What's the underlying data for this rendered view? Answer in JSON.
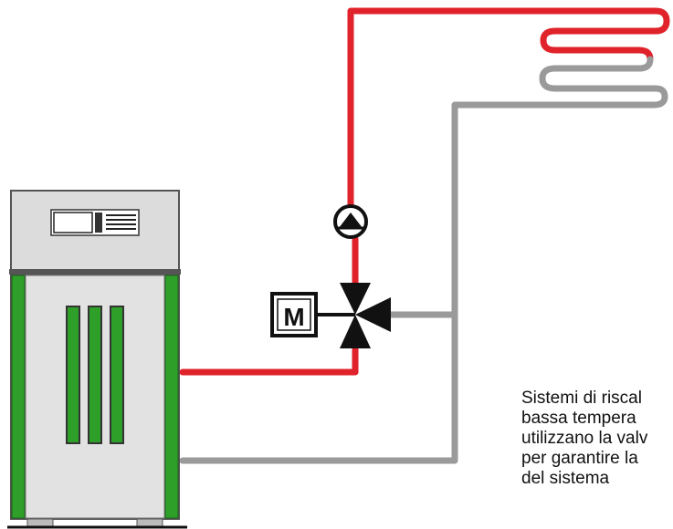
{
  "diagram": {
    "valve_motor_label": "M",
    "caption_lines": [
      "Sistemi di riscal",
      "bassa tempera",
      "utilizzano la valv",
      "per garantire la",
      "del sistema"
    ]
  },
  "colors": {
    "supply_pipe": "#e0222a",
    "return_pipe": "#9a9a9a",
    "boiler_panel": "#dcdcdc",
    "boiler_stripe": "#2ea02a",
    "outline": "#111111"
  },
  "icons": {
    "pump": "circulation-pump-icon",
    "valve": "three-way-mixing-valve-icon",
    "motor": "valve-actuator-motor-icon",
    "emitter": "underfloor-heating-coil-icon",
    "boiler": "boiler-icon"
  }
}
